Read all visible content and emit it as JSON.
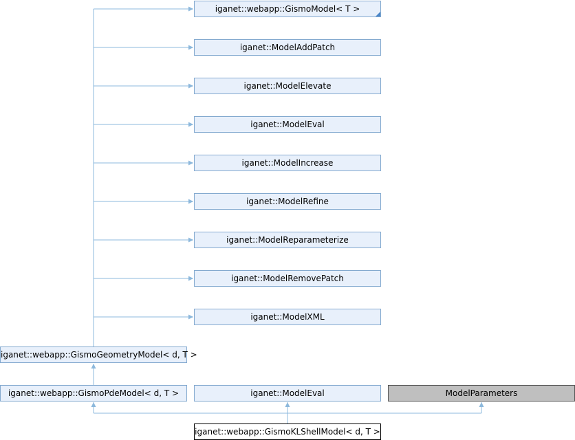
{
  "diagram": {
    "edge_color": "#8cb8dc",
    "nodes": {
      "gismo_model": "iganet::webapp::GismoModel< T >",
      "model_add_patch": "iganet::ModelAddPatch",
      "model_elevate": "iganet::ModelElevate",
      "model_eval_top": "iganet::ModelEval",
      "model_increase": "iganet::ModelIncrease",
      "model_refine": "iganet::ModelRefine",
      "model_reparameterize": "iganet::ModelReparameterize",
      "model_remove_patch": "iganet::ModelRemovePatch",
      "model_xml": "iganet::ModelXML",
      "gismo_geometry_model": "iganet::webapp::GismoGeometryModel< d, T >",
      "gismo_pde_model": "iganet::webapp::GismoPdeModel< d, T >",
      "model_eval_bottom": "iganet::ModelEval",
      "model_parameters": "ModelParameters",
      "gismo_kl_shell_model": "iganet::webapp::GismoKLShellModel< d, T >"
    }
  }
}
